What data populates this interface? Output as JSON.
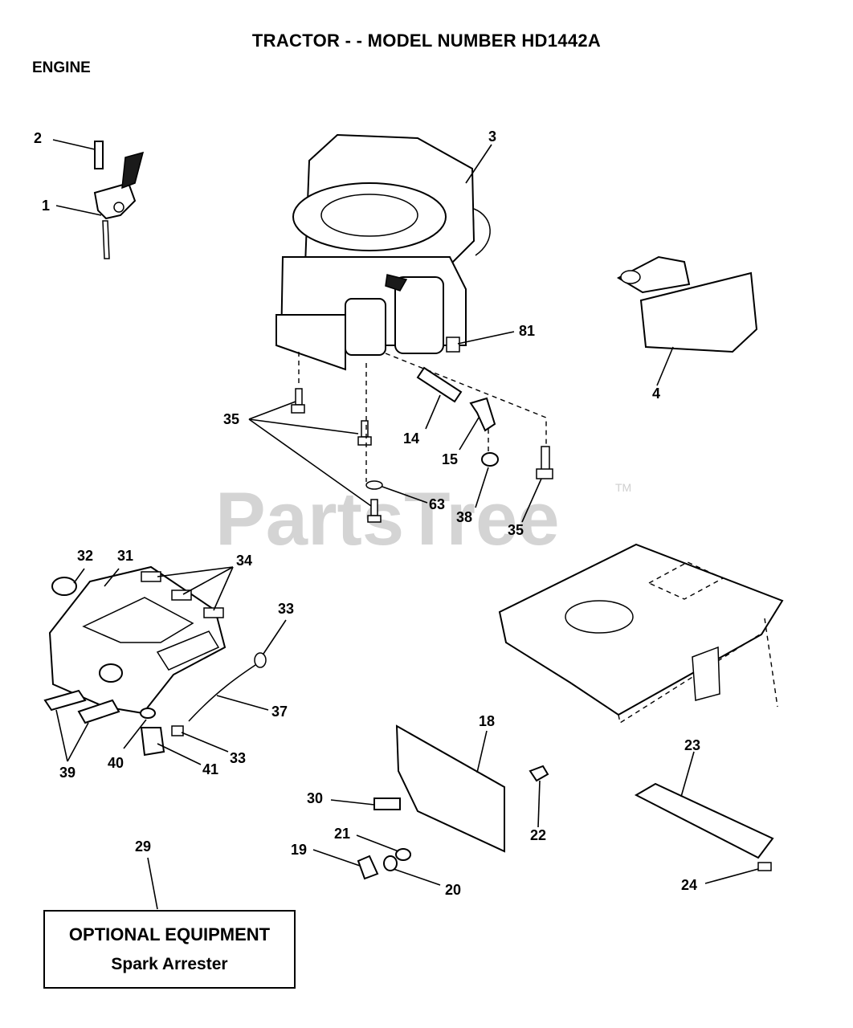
{
  "header": {
    "title": "TRACTOR - - MODEL NUMBER HD1442A",
    "section": "ENGINE"
  },
  "watermark": {
    "text": "PartsTree",
    "trademark": "TM"
  },
  "callouts": {
    "c1": "1",
    "c2": "2",
    "c3": "3",
    "c4": "4",
    "c14": "14",
    "c15": "15",
    "c18": "18",
    "c19": "19",
    "c20": "20",
    "c21": "21",
    "c22": "22",
    "c23": "23",
    "c24": "24",
    "c29": "29",
    "c30": "30",
    "c31": "31",
    "c32": "32",
    "c33a": "33",
    "c33b": "33",
    "c34": "34",
    "c35a": "35",
    "c35b": "35",
    "c37": "37",
    "c38": "38",
    "c39": "39",
    "c40": "40",
    "c41": "41",
    "c63": "63",
    "c81": "81"
  },
  "optional_box": {
    "heading": "OPTIONAL EQUIPMENT",
    "item": "Spark Arrester"
  }
}
